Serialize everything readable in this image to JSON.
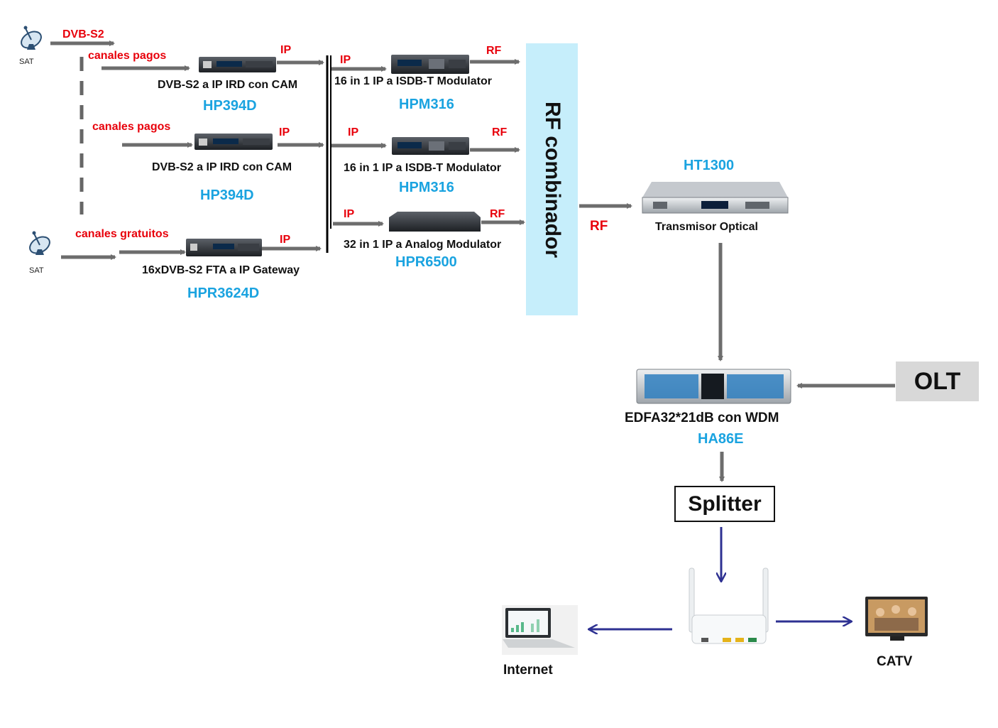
{
  "sources": {
    "sat_top_label": "SAT",
    "sat_bottom_label": "SAT",
    "dvb_s2_label": "DVB-S2",
    "paid_channels_1": "canales pagos",
    "paid_channels_2": "canales pagos",
    "free_channels": "canales gratuitos"
  },
  "receivers": [
    {
      "ip_label": "IP",
      "description": "DVB-S2 a IP IRD con CAM",
      "model": "HP394D"
    },
    {
      "ip_label": "IP",
      "description": "DVB-S2 a IP IRD con CAM",
      "model": "HP394D"
    },
    {
      "ip_label": "IP",
      "description": "16xDVB-S2 FTA a IP Gateway",
      "model": "HPR3624D"
    }
  ],
  "modulators": [
    {
      "ip_label": "IP",
      "rf_label": "RF",
      "description": "16 in 1 IP a ISDB-T Modulator",
      "model": "HPM316"
    },
    {
      "ip_label": "IP",
      "rf_label": "RF",
      "description": "16 in 1 IP a ISDB-T Modulator",
      "model": "HPM316"
    },
    {
      "ip_label": "IP",
      "rf_label": "RF",
      "description": "32 in 1 IP a Analog Modulator",
      "model": "HPR6500"
    }
  ],
  "combiner": {
    "label": "RF combinador",
    "rf_out_label": "RF"
  },
  "transmitter": {
    "model": "HT1300",
    "description": "Transmisor Optical"
  },
  "edfa": {
    "description": "EDFA32*21dB con WDM",
    "model": "HA86E"
  },
  "olt": {
    "label": "OLT"
  },
  "splitter": {
    "label": "Splitter"
  },
  "endpoints": {
    "internet_label": "Internet",
    "catv_label": "CATV"
  },
  "colors": {
    "red_label": "#e8000b",
    "model_blue": "#1aa3e0",
    "arrow_gray": "#6d6d6d",
    "arrow_navy": "#2e3192",
    "combiner_bg": "#c6eefb",
    "olt_bg": "#d8d8d8"
  },
  "icons": [
    "satellite-dish-icon",
    "rack-device-icon",
    "onu-router-icon",
    "laptop-icon",
    "tv-icon"
  ]
}
